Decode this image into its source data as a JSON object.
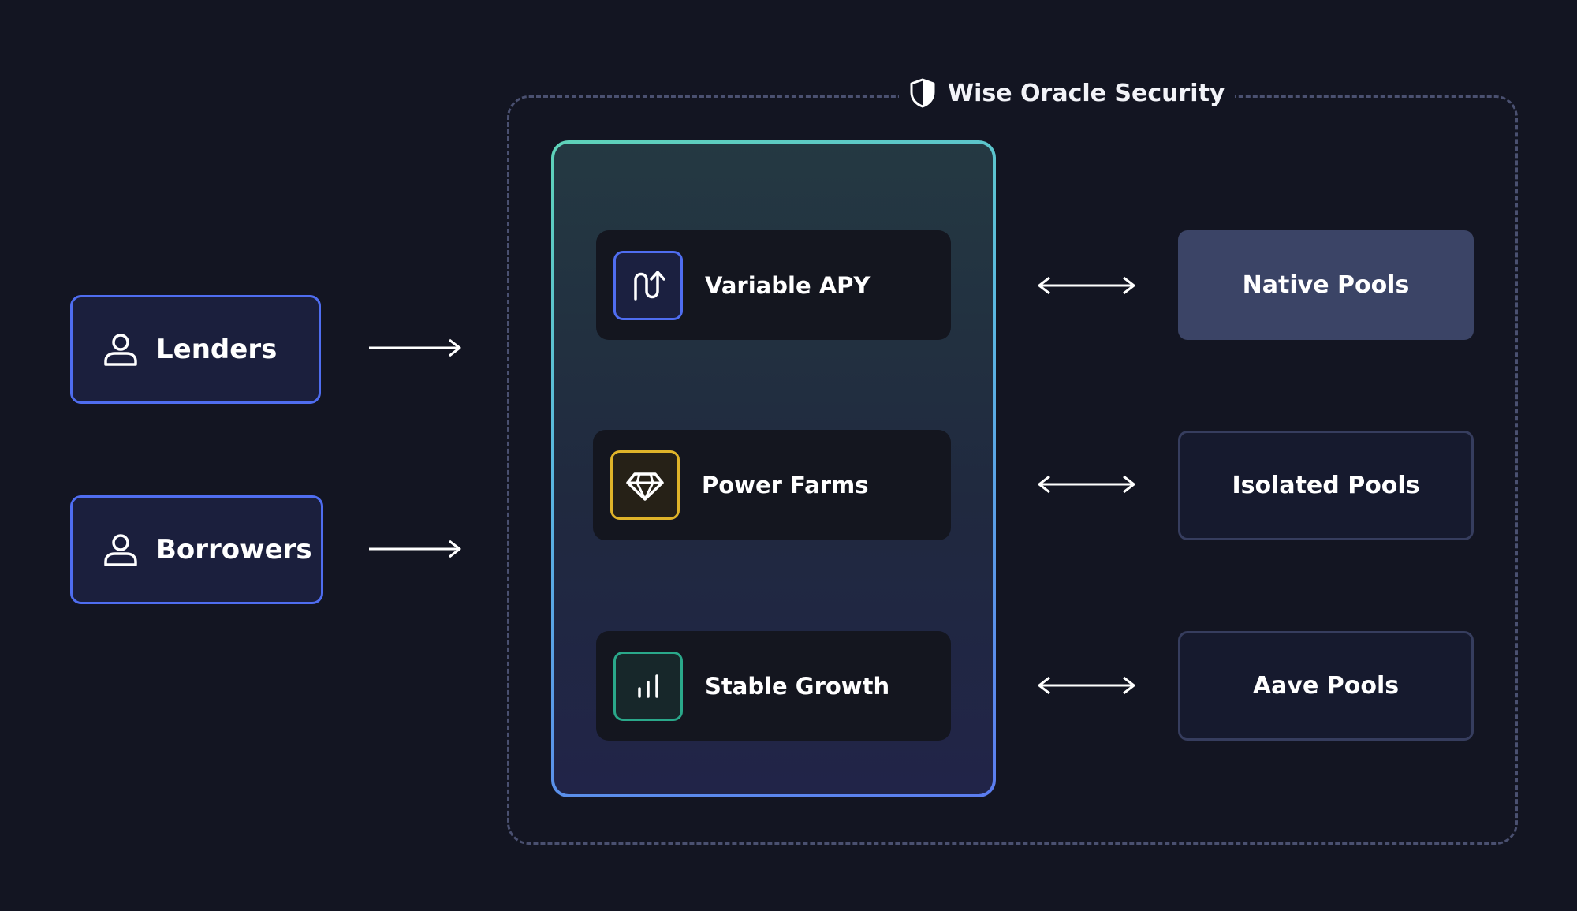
{
  "security": {
    "label": "Wise Oracle Security",
    "icon": "shield-icon"
  },
  "actors": [
    {
      "label": "Lenders",
      "icon": "user-icon"
    },
    {
      "label": "Borrowers",
      "icon": "user-icon"
    }
  ],
  "strategies": [
    {
      "label": "Variable APY",
      "icon": "variable-curve-arrow-icon",
      "accent": "#4f6df0"
    },
    {
      "label": "Power Farms",
      "icon": "diamond-icon",
      "accent": "#e0b429"
    },
    {
      "label": "Stable Growth",
      "icon": "bar-chart-icon",
      "accent": "#2aa88a"
    }
  ],
  "pools": [
    {
      "label": "Native Pools"
    },
    {
      "label": "Isolated Pools"
    },
    {
      "label": "Aave Pools"
    }
  ],
  "colors": {
    "background": "#131522",
    "actor_border": "#4f6df0",
    "core_gradient_start": "#5ed3b8",
    "core_gradient_end": "#5b7cf0",
    "native_pool_fill": "#3b4466",
    "pool_outline": "#363d5e"
  }
}
